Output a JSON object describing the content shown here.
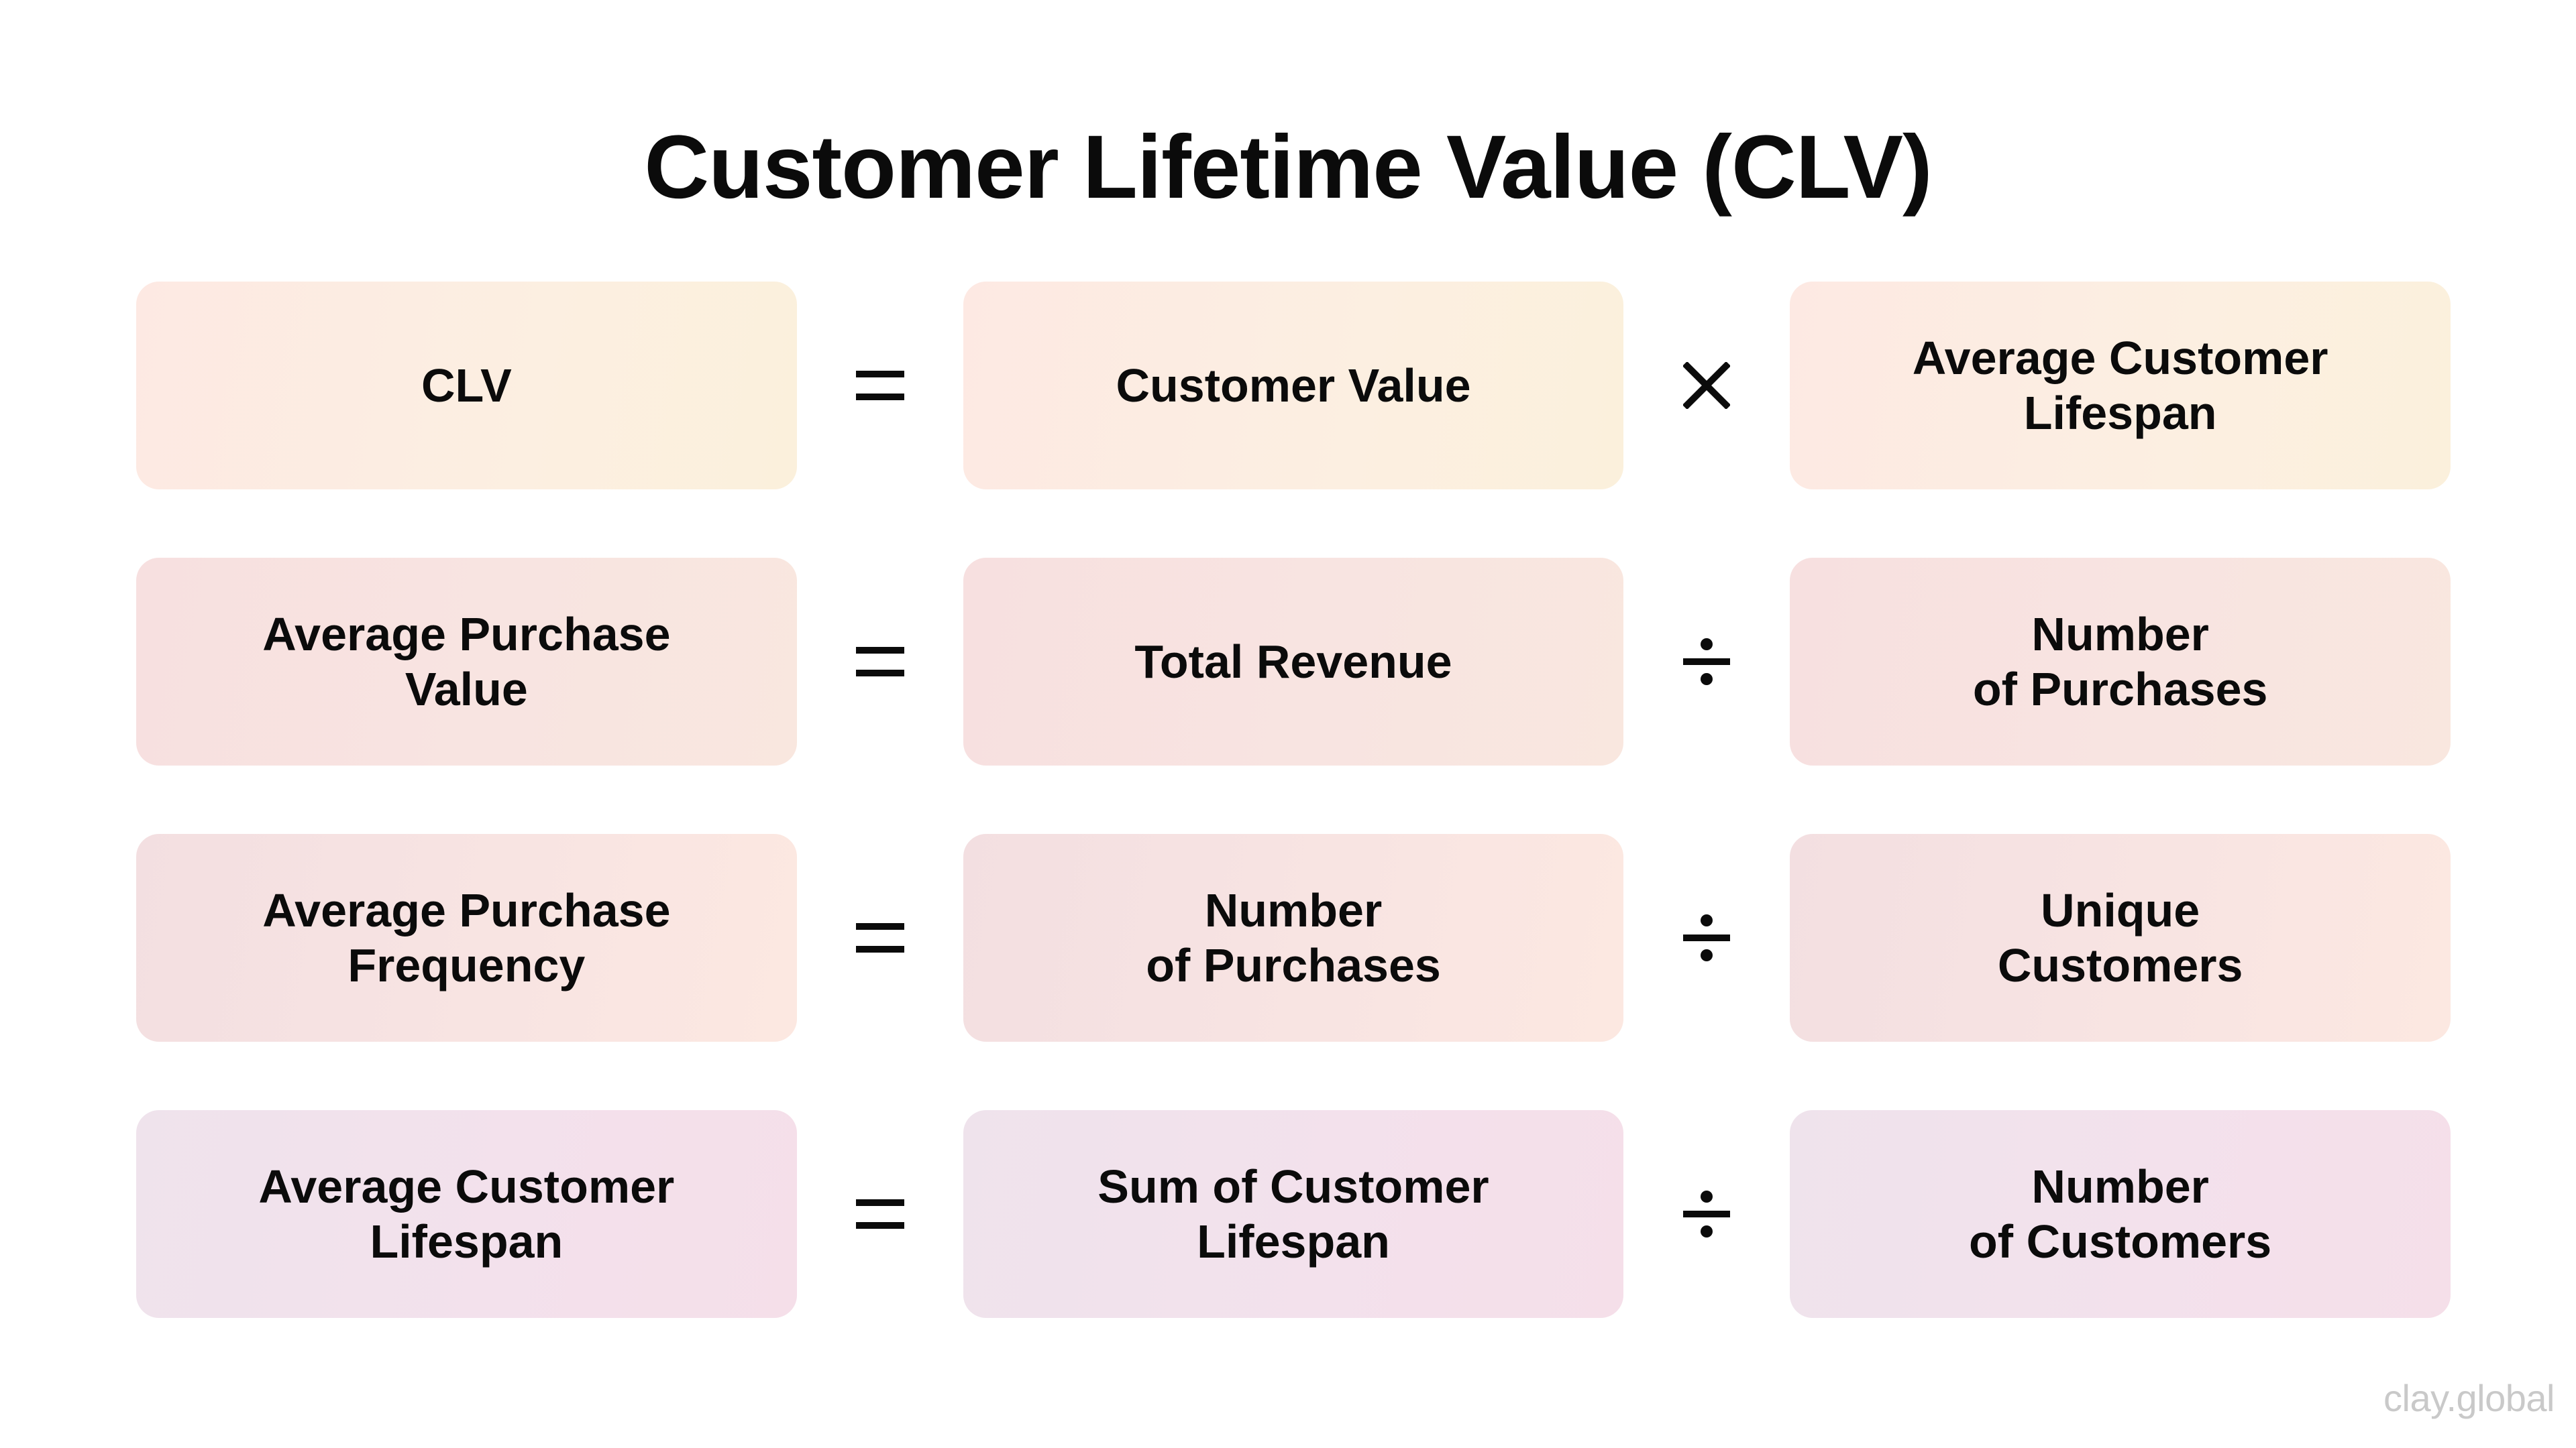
{
  "title": "Customer Lifetime Value (CLV)",
  "rows": [
    {
      "left": "CLV",
      "eq": "=",
      "middle": "Customer Value",
      "operator": "×",
      "operator_icon": "multiply-icon",
      "right": "Average Customer\nLifespan"
    },
    {
      "left": "Average Purchase\nValue",
      "eq": "=",
      "middle": "Total Revenue",
      "operator": "÷",
      "operator_icon": "divide-icon",
      "right": "Number\nof Purchases"
    },
    {
      "left": "Average Purchase\nFrequency",
      "eq": "=",
      "middle": "Number\nof Purchases",
      "operator": "÷",
      "operator_icon": "divide-icon",
      "right": "Unique\nCustomers"
    },
    {
      "left": "Average Customer\nLifespan",
      "eq": "=",
      "middle": "Sum of Customer\nLifespan",
      "operator": "÷",
      "operator_icon": "divide-icon",
      "right": "Number\nof Customers"
    }
  ],
  "colors": {
    "row_0": [
      "#fde9e3",
      "#fbf0dc"
    ],
    "row_1": [
      "#f7e0e0",
      "#f9e7df"
    ],
    "row_2": [
      "#f3dfe1",
      "#fce8e1"
    ],
    "row_3": [
      "#efe3ec",
      "#f5dfe9"
    ],
    "text": "#0b0b0b",
    "watermark": "#c9c9c9"
  },
  "watermark": "clay.global"
}
